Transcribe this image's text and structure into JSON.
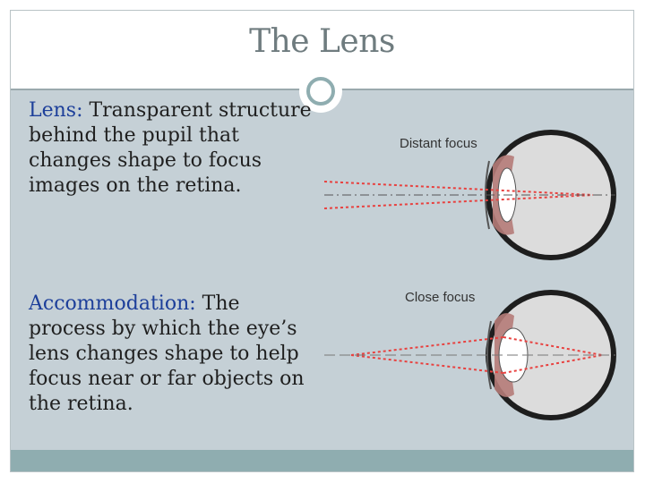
{
  "slide": {
    "title": "The Lens"
  },
  "paragraphs": [
    {
      "term": "Lens:",
      "text": "  Transparent structure behind the pupil that changes shape to focus images on the retina."
    },
    {
      "term": "Accommodation:",
      "text": " The process by which the eye’s lens changes shape to help focus near or far objects on the retina."
    }
  ],
  "diagram": {
    "top_label": "Distant focus",
    "bottom_label": "Close focus"
  },
  "colors": {
    "term": "#1d3f9a",
    "accent": "#8fadb0",
    "band": "#c5d0d6",
    "ray": "#e8413f"
  }
}
